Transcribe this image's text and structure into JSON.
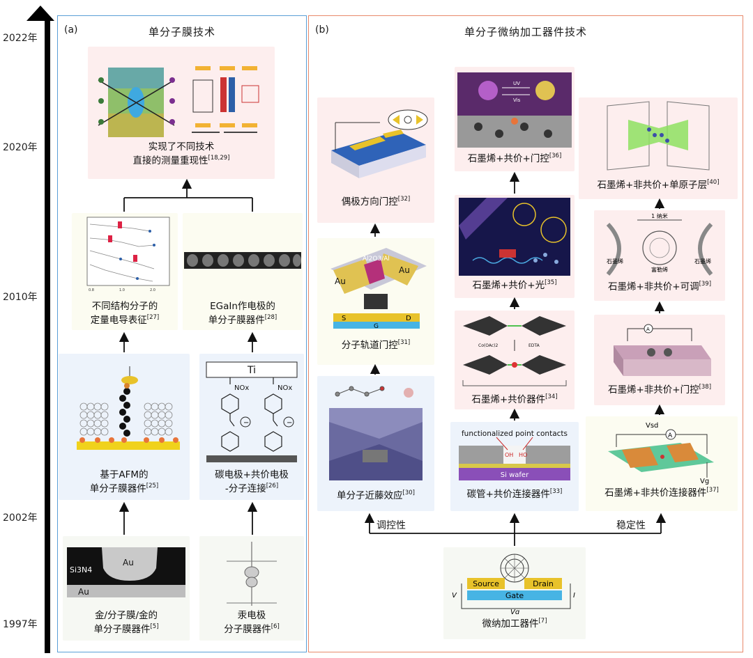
{
  "timeline": {
    "years": [
      "2022年",
      "2020年",
      "2010年",
      "2002年",
      "1997年"
    ]
  },
  "panel_a": {
    "label": "(a)",
    "title": "单分子膜技术",
    "boxes": {
      "a_reproducibility": {
        "l1": "实现了不同技术",
        "l2": "直接的测量重现性",
        "ref": "[18,29]"
      },
      "a_conductance": {
        "l1": "不同结构分子的",
        "l2": "定量电导表征",
        "ref": "[27]"
      },
      "a_egain": {
        "l1": "EGaIn作电极的",
        "l2": "单分子膜器件",
        "ref": "[28]"
      },
      "a_afm": {
        "l1": "基于AFM的",
        "l2": "单分子膜器件",
        "ref": "[25]"
      },
      "a_carbon": {
        "l1": "碳电极+共价电极",
        "l2": "-分子连接",
        "ref": "[26]"
      },
      "a_gold": {
        "l1": "金/分子膜/金的",
        "l2": "单分子膜器件",
        "ref": "[5]"
      },
      "a_mercury": {
        "l1": "汞电极",
        "l2": "分子膜器件",
        "ref": "[6]"
      }
    },
    "figure_text": {
      "ti": "Ti",
      "si3n4": "Si3N4",
      "au": "Au",
      "nox": "NOx"
    }
  },
  "panel_b": {
    "label": "(b)",
    "title": "单分子微纳加工器件技术",
    "boxes": {
      "b_dipole": {
        "l1": "偶极方向门控",
        "ref": "[32]"
      },
      "b_orbital": {
        "l1": "分子轨道门控",
        "ref": "[31]"
      },
      "b_kondo": {
        "l1": "单分子近藤效应",
        "ref": "[30]"
      },
      "b_gr_cov_gate": {
        "l1": "石墨烯+共价+门控",
        "ref": "[36]"
      },
      "b_gr_cov_light": {
        "l1": "石墨烯+共价+光",
        "ref": "[35]"
      },
      "b_gr_cov_device": {
        "l1": "石墨烯+共价器件",
        "ref": "[34]"
      },
      "b_cnt": {
        "l1": "碳管+共价连接器件",
        "ref": "[33]"
      },
      "b_gr_nc_mono": {
        "l1": "石墨烯+非共价+单原子层",
        "ref": "[40]"
      },
      "b_gr_nc_tune": {
        "l1": "石墨烯+非共价+可调",
        "ref": "[39]"
      },
      "b_gr_nc_gate": {
        "l1": "石墨烯+非共价+门控",
        "ref": "[38]"
      },
      "b_gr_nc_device": {
        "l1": "石墨烯+非共价连接器件",
        "ref": "[37]"
      },
      "b_micro": {
        "l1": "微纳加工器件",
        "ref": "[7]"
      }
    },
    "branch_labels": {
      "left": "调控性",
      "right": "稳定性"
    },
    "figure_text": {
      "source": "Source",
      "drain": "Drain",
      "gate": "Gate",
      "v": "V",
      "i": "I",
      "vg": "Vg",
      "vsd": "Vsd",
      "a": "A",
      "s": "S",
      "d": "D",
      "g": "G",
      "al2o3": "Al2O3/Al",
      "fpc": "functionalized point contacts",
      "si_wafer": "Si wafer",
      "oh": "OH",
      "ho": "HO",
      "nm": "1 纳米",
      "graphene": "石墨烯",
      "fullerene": "富勒烯",
      "uv": "UV",
      "vis": "Vis",
      "co": "Co(OAc)2",
      "edta": "EDTA"
    }
  },
  "colors": {
    "panel_a_border": "#5a9fd6",
    "panel_b_border": "#e8896a",
    "pink_box": "#fdeeee",
    "cream_box": "#fcfcf1",
    "blue_box": "#edf3fb",
    "gold": "#e8c22a",
    "gate_blue": "#47b4e4"
  }
}
